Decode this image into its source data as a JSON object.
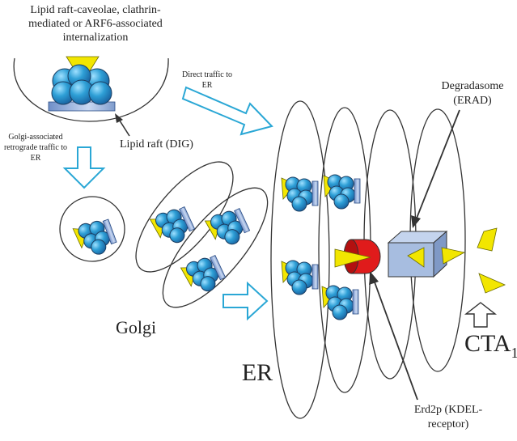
{
  "labels": {
    "internalization": [
      "Lipid raft-caveolae, clathrin-",
      "mediated or ARF6-associated",
      "internalization"
    ],
    "direct_traffic": [
      "Direct traffic to",
      "ER"
    ],
    "lipid_raft": "Lipid raft (DIG)",
    "golgi_retrograde": [
      "Golgi-associated",
      "retrograde traffic to",
      "ER"
    ],
    "degradasome": [
      "Degradasome",
      "(ERAD)"
    ],
    "golgi": "Golgi",
    "er": "ER",
    "erd2p": [
      "Erd2p (KDEL-",
      "receptor)"
    ],
    "cta": "CTA",
    "cta_subscript": "1"
  },
  "colors": {
    "ball_fill": "#2e9fd6",
    "triangle_fill": "#f2e600",
    "raft_fill": "#9fb8e0",
    "cylinder_red": "#e01b1b",
    "cube_blue": "#a7bde0",
    "arrow_outline": "#2aa7d5"
  }
}
